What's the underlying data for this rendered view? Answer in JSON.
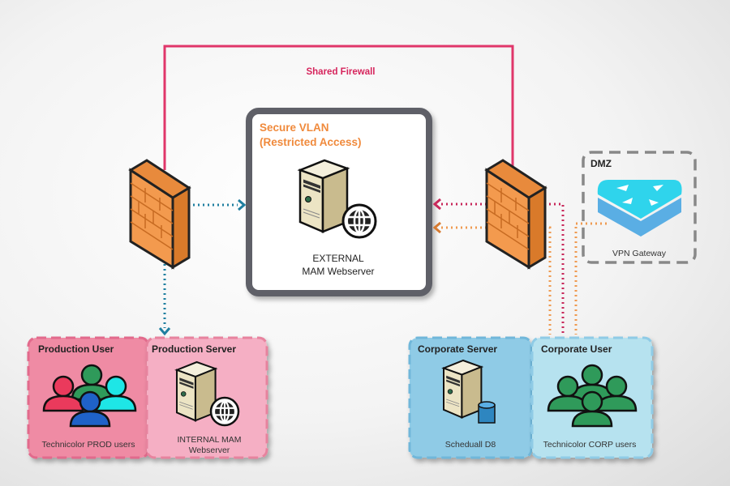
{
  "shared_firewall": {
    "label": "Shared Firewall"
  },
  "vlan": {
    "title_line1": "Secure VLAN",
    "title_line2": "(Restricted Access)",
    "server_line1": "EXTERNAL",
    "server_line2": "MAM Webserver"
  },
  "dmz": {
    "title": "DMZ",
    "device": "VPN Gateway"
  },
  "production_user": {
    "title": "Production User",
    "caption": "Technicolor PROD users"
  },
  "production_server": {
    "title": "Production Server",
    "caption_line1": "INTERNAL MAM",
    "caption_line2": "Webserver"
  },
  "corporate_server": {
    "title": "Corporate Server",
    "caption": "Scheduall D8"
  },
  "corporate_user": {
    "title": "Corporate User",
    "caption": "Technicolor CORP users"
  },
  "colors": {
    "firewall_link": "#e0366a",
    "vlan_title": "#f08a3c",
    "blue_flow": "#1f7fa0",
    "pink_flow": "#c8285a",
    "orange_flow": "#ef9a50",
    "production": "#f08aa6",
    "corporate": "#8fcbe6"
  }
}
